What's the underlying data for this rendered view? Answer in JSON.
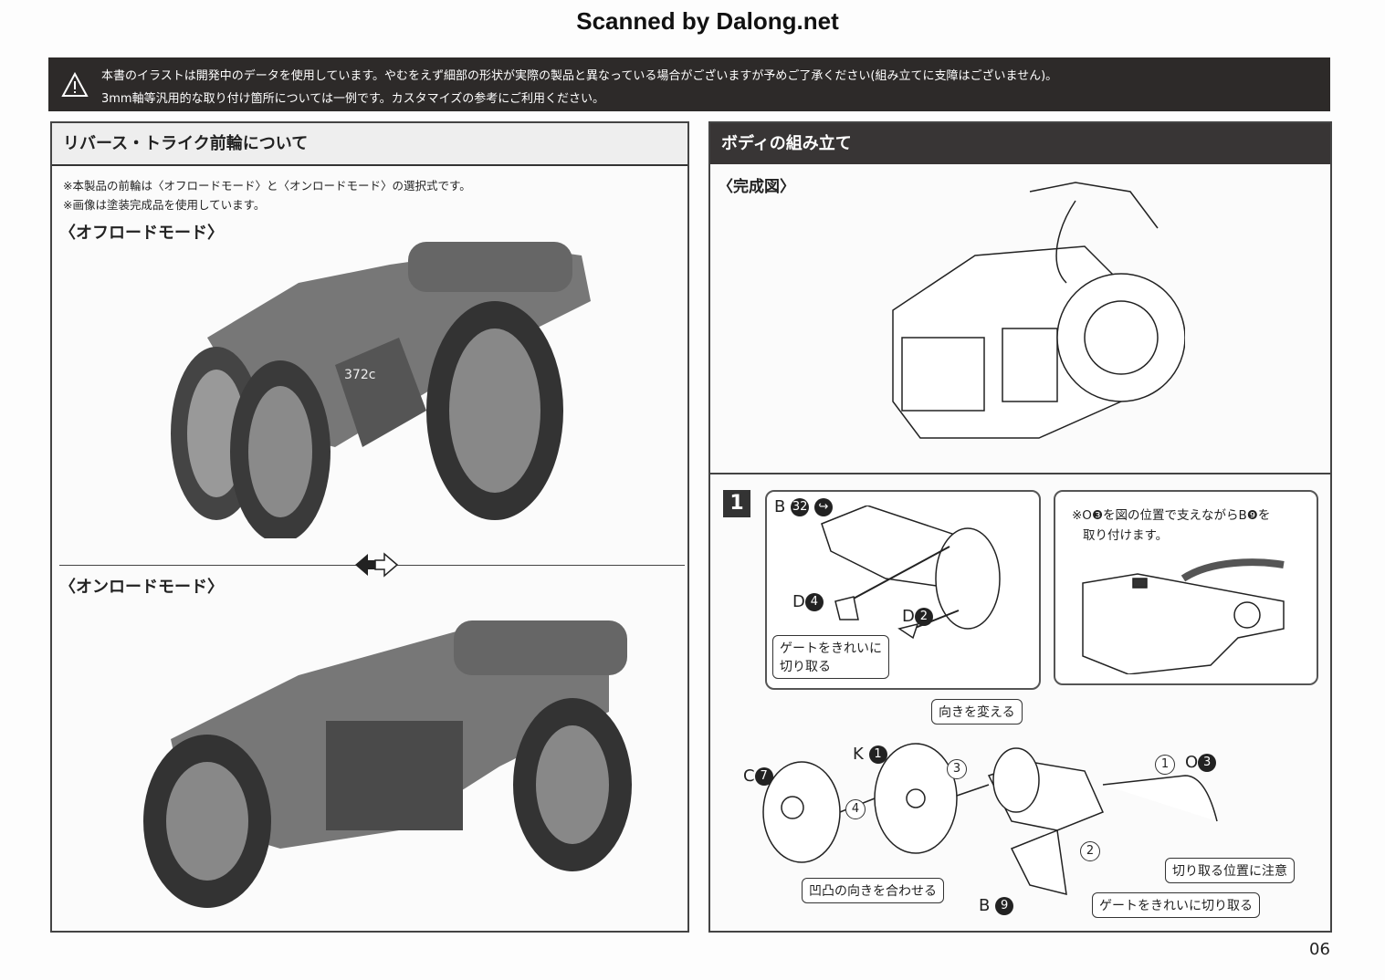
{
  "scan_title": "Scanned by Dalong.net",
  "warning": {
    "line1": "本書のイラストは開発中のデータを使用しています。やむをえず細部の形状が実際の製品と異なっている場合がございますが予めご了承ください(組み立てに支障はございません)。",
    "line2": "3mm軸等汎用的な取り付け箇所については一例です。カスタマイズの参考にご利用ください。"
  },
  "left": {
    "title": "リバース・トライク前輪について",
    "note1": "※本製品の前輪は〈オフロードモード〉と〈オンロードモード〉の選択式です。",
    "note2": "※画像は塗装完成品を使用しています。",
    "offroad": "〈オフロードモード〉",
    "onroad": "〈オンロードモード〉",
    "decal": "372c"
  },
  "right": {
    "title": "ボディの組み立て",
    "complete": "〈完成図〉",
    "step": {
      "number": "1",
      "b32": "B",
      "b32n": "32",
      "d4": "D",
      "d4n": "4",
      "d2": "D",
      "d2n": "2",
      "gate1a": "ゲートをきれいに",
      "gate1b": "切り取る",
      "note_a": "※O❸を図の位置で支えながらB❾を",
      "note_b": "取り付けます。",
      "turn": "向きを変える",
      "k1": "K",
      "k1n": "1",
      "c7": "C",
      "c7n": "7",
      "o3": "O",
      "o3n": "3",
      "b9": "B",
      "b9n": "9",
      "seq3": "3",
      "seq4": "4",
      "seq1": "1",
      "seq2": "2",
      "align": "凹凸の向きを合わせる",
      "cutpos": "切り取る位置に注意",
      "gate2": "ゲートをきれいに切り取る"
    }
  },
  "page_number": "06"
}
